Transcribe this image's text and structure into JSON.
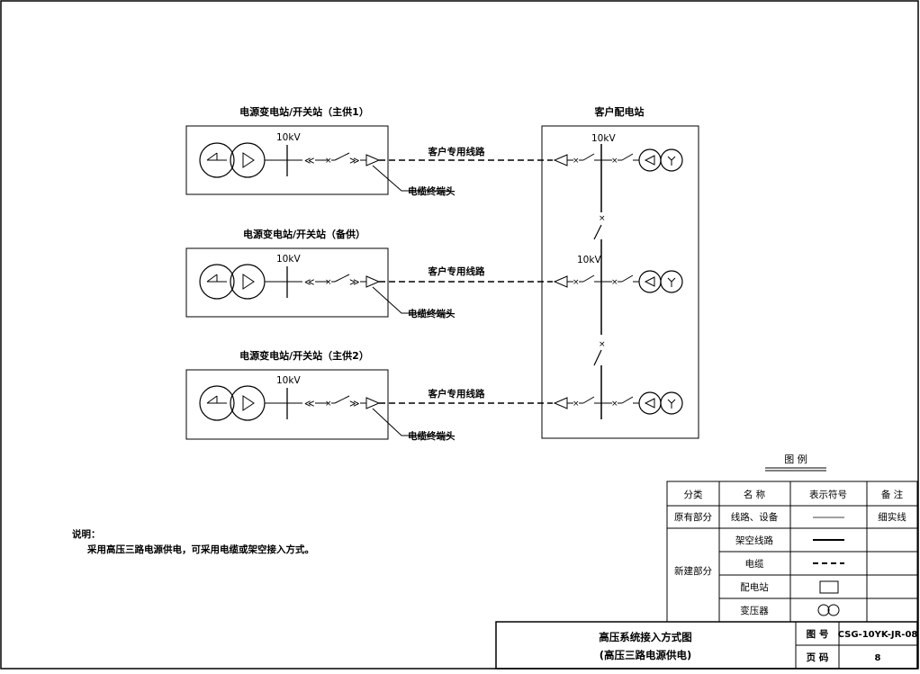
{
  "sources": [
    {
      "title": "电源变电站/开关站（主供1）",
      "voltage": "10kV",
      "line_label": "客户专用线路",
      "term_label": "电缆终端头"
    },
    {
      "title": "电源变电站/开关站（备供）",
      "voltage": "10kV",
      "line_label": "客户专用线路",
      "term_label": "电缆终端头"
    },
    {
      "title": "电源变电站/开关站（主供2）",
      "voltage": "10kV",
      "line_label": "客户专用线路",
      "term_label": "电缆终端头"
    }
  ],
  "customer": {
    "title": "客户配电站",
    "voltage_top": "10kV",
    "voltage_mid": "10kV"
  },
  "legend": {
    "title": "图  例",
    "headers": [
      "分类",
      "名  称",
      "表示符号",
      "备  注"
    ],
    "existing": {
      "category": "原有部分",
      "name": "线路、设备",
      "note": "细实线"
    },
    "new_category": "新建部分",
    "new_items": [
      "架空线路",
      "电缆",
      "配电站",
      "变压器"
    ]
  },
  "notes": {
    "heading": "说明：",
    "text": "采用高压三路电源供电，可采用电缆或架空接入方式。"
  },
  "title_block": {
    "title_line1": "高压系统接入方式图",
    "title_line2": "(高压三路电源供电)",
    "drawing_no_label": "图  号",
    "drawing_no": "CSG-10YK-JR-08",
    "page_label": "页  码",
    "page": "8"
  }
}
